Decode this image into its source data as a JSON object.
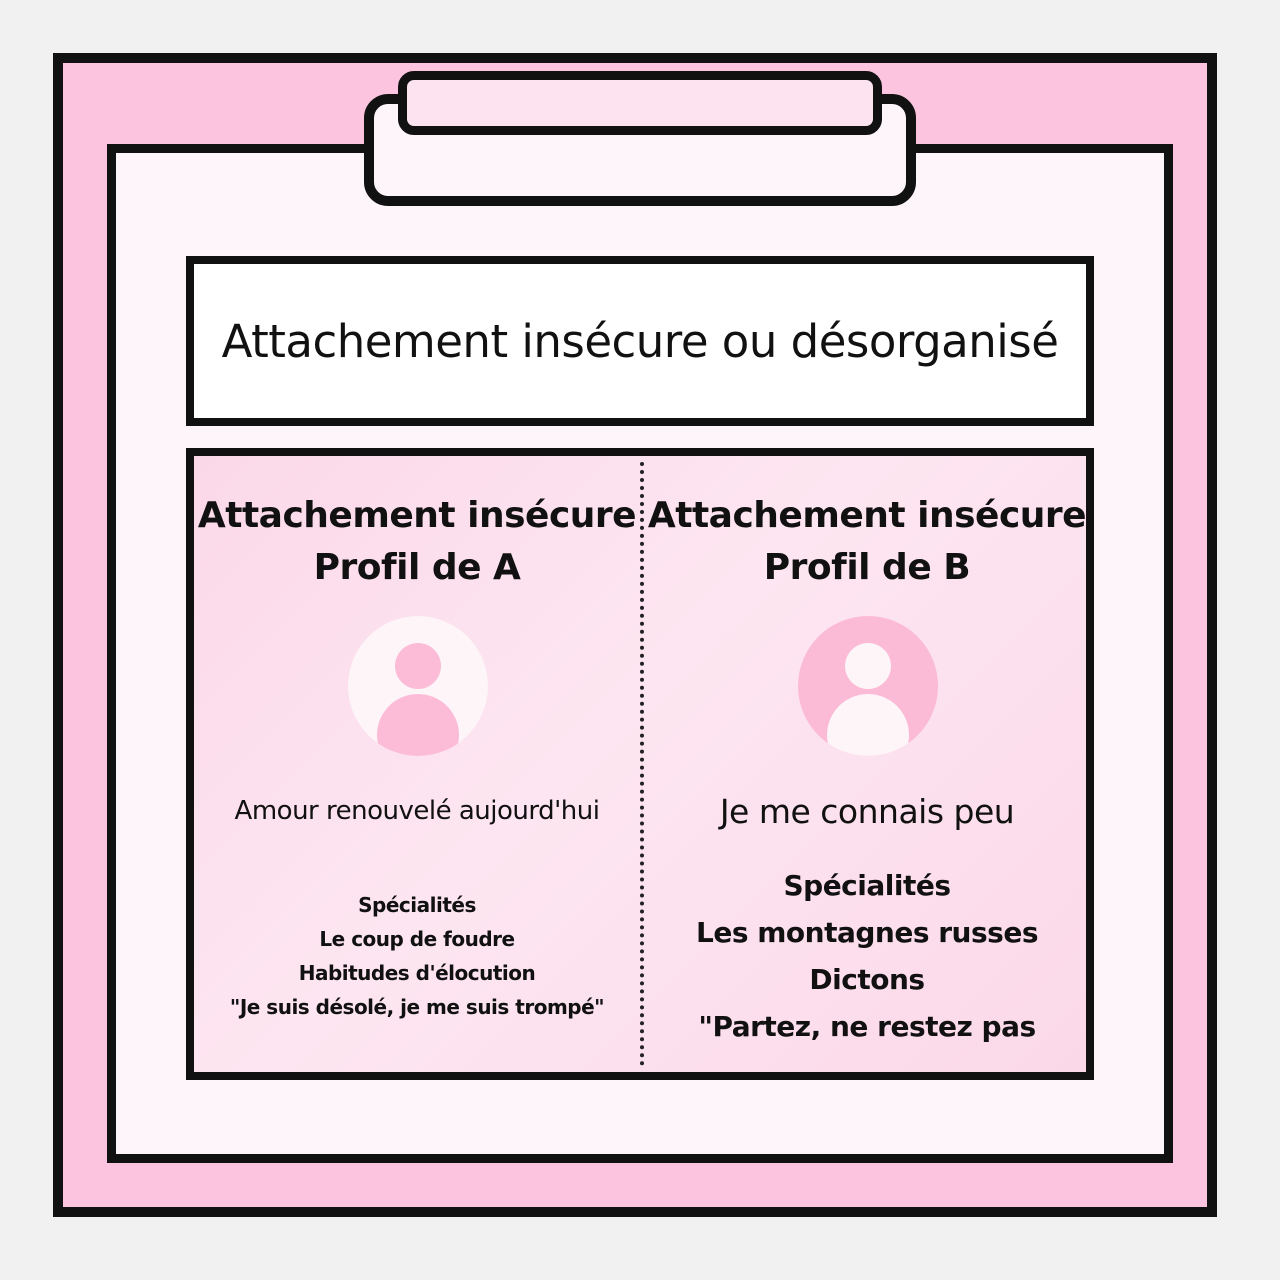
{
  "title": "Attachement insécure ou désorganisé",
  "profile_a": {
    "heading_line1": "Attachement insécure",
    "heading_line2": "Profil de A",
    "avatar_icon": "user-avatar-icon",
    "tagline": "Amour renouvelé aujourd'hui",
    "specialties_label": "Spécialités",
    "specialty": "Le coup de foudre",
    "speech_label": "Habitudes d'élocution",
    "speech": "\"Je suis désolé, je me suis trompé\""
  },
  "profile_b": {
    "heading_line1": "Attachement insécure",
    "heading_line2": "Profil de B",
    "avatar_icon": "user-avatar-icon",
    "tagline": "Je me connais peu",
    "specialties_label": "Spécialités",
    "specialty": "Les montagnes russes",
    "speech_label": "Dictons",
    "speech": "\"Partez, ne restez pas"
  },
  "colors": {
    "frame_pink": "#fcc4de",
    "paper": "#fdf5fa",
    "accent_pink": "#fbbad6",
    "border": "#111111"
  }
}
